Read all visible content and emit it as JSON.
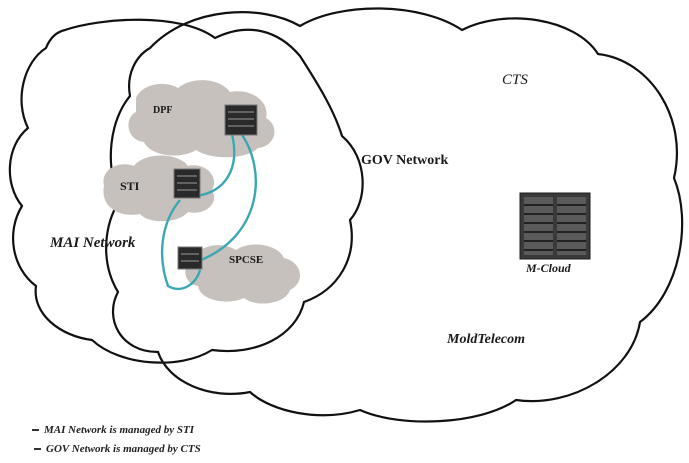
{
  "diagram": {
    "regions": {
      "cts": {
        "label": "CTS"
      },
      "gov": {
        "label": "GOV Network"
      },
      "mai": {
        "label": "MAI Network"
      },
      "moldtelecom": {
        "label": "MoldTelecom"
      }
    },
    "nodes": {
      "dpf": {
        "label": "DPF"
      },
      "sti": {
        "label": "STI"
      },
      "spcse": {
        "label": "SPCSE"
      },
      "mcloud": {
        "label": "M-Cloud"
      }
    },
    "links_color": "#3aa8b4",
    "cloud_fill": "#c7c1bd"
  },
  "legend": {
    "items": [
      "MAI Network is managed by STI",
      "GOV Network is managed by CTS"
    ]
  }
}
